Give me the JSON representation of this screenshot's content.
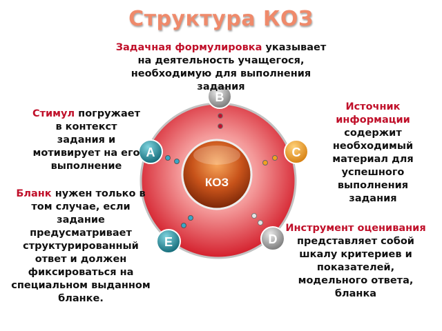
{
  "title": "Структура КОЗ",
  "center": {
    "label": "КОЗ"
  },
  "nodes": {
    "a": "А",
    "b": "В",
    "c": "С",
    "d": "D",
    "e": "Е"
  },
  "blocks": {
    "task": {
      "term": "Задачная формулировка",
      "text": "указывает на деятельность учащегося, необходимую для выполнения задания"
    },
    "stimulus": {
      "term": "Стимул",
      "text": "погружает в контекст задания и мотивирует на его выполнение"
    },
    "source": {
      "term": "Источник информации",
      "text": "содержит необходимый материал для успешного выполнения задания"
    },
    "form": {
      "term": "Бланк",
      "text": "нужен только в том случае, если задание предусматривает структурированный ответ и должен фиксироваться на специальном выданном бланке."
    },
    "tool": {
      "term": "Инструмент оценивания",
      "text": "представляет собой шкалу критериев и показателей, модельного ответа, бланка"
    }
  },
  "colors": {
    "title": "#ef8a6b",
    "term": "#c0102a",
    "ring": "#e0323d",
    "center": "#b8410c",
    "node_a": "#1f7f8f",
    "node_b": "#9a9a9a",
    "node_c": "#e79a2a",
    "node_d": "#8a8a8a",
    "node_e": "#1f7f8f"
  }
}
